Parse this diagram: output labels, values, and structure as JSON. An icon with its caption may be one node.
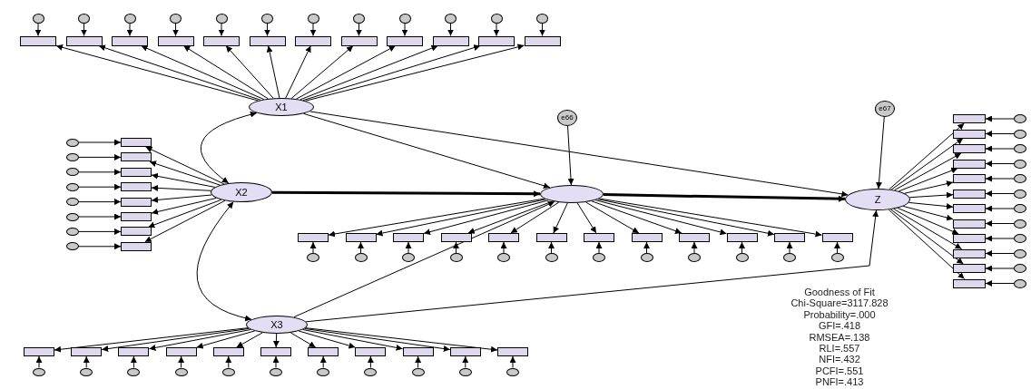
{
  "diagram": {
    "nodes": [
      {
        "text": [
          "X1"
        ]
      },
      {
        "text": [],
        "shape": "box"
      },
      {
        "text": [],
        "shape": "box"
      },
      {
        "text": [],
        "shape": "box"
      },
      {
        "text": [],
        "shape": "box"
      },
      {
        "text": [],
        "shape": "box"
      },
      {
        "text": [],
        "shape": "box"
      },
      {
        "text": [],
        "shape": "box"
      },
      {
        "text": [],
        "shape": "box"
      },
      {
        "text": [],
        "shape": "box"
      },
      {
        "text": [],
        "shape": "box"
      },
      {
        "text": [],
        "shape": "box"
      },
      {
        "text": [],
        "shape": "box"
      },
      {
        "text": [],
        "shape": "circle"
      },
      {
        "text": [],
        "shape": "circle"
      },
      {
        "text": [],
        "shape": "circle"
      },
      {
        "text": [],
        "shape": "circle"
      },
      {
        "text": [],
        "shape": "circle"
      },
      {
        "text": [],
        "shape": "circle"
      },
      {
        "text": [],
        "shape": "circle"
      },
      {
        "text": [],
        "shape": "circle"
      },
      {
        "text": [],
        "shape": "circle"
      },
      {
        "text": [],
        "shape": "circle"
      },
      {
        "text": [],
        "shape": "circle"
      },
      {
        "text": [],
        "shape": "circle"
      },
      {
        "text": [
          "X2"
        ]
      },
      {
        "text": [],
        "shape": "box"
      },
      {
        "text": [],
        "shape": "box"
      },
      {
        "text": [],
        "shape": "box"
      },
      {
        "text": [],
        "shape": "box"
      },
      {
        "text": [],
        "shape": "box"
      },
      {
        "text": [],
        "shape": "box"
      },
      {
        "text": [],
        "shape": "box"
      },
      {
        "text": [],
        "shape": "box"
      },
      {
        "text": [],
        "shape": "circle"
      },
      {
        "text": [],
        "shape": "circle"
      },
      {
        "text": [],
        "shape": "circle"
      },
      {
        "text": [],
        "shape": "circle"
      },
      {
        "text": [],
        "shape": "circle"
      },
      {
        "text": [],
        "shape": "circle"
      },
      {
        "text": [],
        "shape": "circle"
      },
      {
        "text": [],
        "shape": "circle"
      },
      {
        "text": [
          "X3"
        ]
      },
      {
        "text": [],
        "shape": "box"
      },
      {
        "text": [],
        "shape": "box"
      },
      {
        "text": [],
        "shape": "box"
      },
      {
        "text": [],
        "shape": "box"
      },
      {
        "text": [],
        "shape": "box"
      },
      {
        "text": [],
        "shape": "box"
      },
      {
        "text": [],
        "shape": "box"
      },
      {
        "text": [],
        "shape": "box"
      },
      {
        "text": [],
        "shape": "box"
      },
      {
        "text": [],
        "shape": "box"
      },
      {
        "text": [],
        "shape": "box"
      },
      {
        "text": [],
        "shape": "circle"
      },
      {
        "text": [],
        "shape": "circle"
      },
      {
        "text": [],
        "shape": "circle"
      },
      {
        "text": [],
        "shape": "circle"
      },
      {
        "text": [],
        "shape": "circle"
      },
      {
        "text": [],
        "shape": "circle"
      },
      {
        "text": [],
        "shape": "circle"
      },
      {
        "text": [],
        "shape": "circle"
      },
      {
        "text": [],
        "shape": "circle"
      },
      {
        "text": [],
        "shape": "circle"
      },
      {
        "text": [],
        "shape": "circle"
      },
      {
        "text": [],
        "shape": "ellipse"
      },
      {
        "text": [],
        "shape": "box"
      },
      {
        "text": [],
        "shape": "box"
      },
      {
        "text": [],
        "shape": "box"
      },
      {
        "text": [],
        "shape": "box"
      },
      {
        "text": [],
        "shape": "box"
      },
      {
        "text": [],
        "shape": "box"
      },
      {
        "text": [],
        "shape": "box"
      },
      {
        "text": [],
        "shape": "box"
      },
      {
        "text": [],
        "shape": "box"
      },
      {
        "text": [],
        "shape": "box"
      },
      {
        "text": [],
        "shape": "box"
      },
      {
        "text": [],
        "shape": "box"
      },
      {
        "text": [],
        "shape": "circle"
      },
      {
        "text": [],
        "shape": "circle"
      },
      {
        "text": [],
        "shape": "circle"
      },
      {
        "text": [],
        "shape": "circle"
      },
      {
        "text": [],
        "shape": "circle"
      },
      {
        "text": [],
        "shape": "circle"
      },
      {
        "text": [],
        "shape": "circle"
      },
      {
        "text": [],
        "shape": "circle"
      },
      {
        "text": [],
        "shape": "circle"
      },
      {
        "text": [],
        "shape": "circle"
      },
      {
        "text": [],
        "shape": "circle"
      },
      {
        "text": [],
        "shape": "circle"
      },
      {
        "text": [
          "e66"
        ]
      },
      {
        "text": [
          "Z"
        ]
      },
      {
        "text": [],
        "shape": "box"
      },
      {
        "text": [],
        "shape": "box"
      },
      {
        "text": [],
        "shape": "box"
      },
      {
        "text": [],
        "shape": "box"
      },
      {
        "text": [],
        "shape": "box"
      },
      {
        "text": [],
        "shape": "box"
      },
      {
        "text": [],
        "shape": "box"
      },
      {
        "text": [],
        "shape": "box"
      },
      {
        "text": [],
        "shape": "box"
      },
      {
        "text": [],
        "shape": "box"
      },
      {
        "text": [],
        "shape": "box"
      },
      {
        "text": [],
        "shape": "box"
      },
      {
        "text": [],
        "shape": "circle"
      },
      {
        "text": [],
        "shape": "circle"
      },
      {
        "text": [],
        "shape": "circle"
      },
      {
        "text": [],
        "shape": "circle"
      },
      {
        "text": [],
        "shape": "circle"
      },
      {
        "text": [],
        "shape": "circle"
      },
      {
        "text": [],
        "shape": "circle"
      },
      {
        "text": [],
        "shape": "circle"
      },
      {
        "text": [],
        "shape": "circle"
      },
      {
        "text": [],
        "shape": "circle"
      },
      {
        "text": [],
        "shape": "circle"
      },
      {
        "text": [],
        "shape": "circle"
      },
      {
        "text": [
          "e67"
        ]
      }
    ],
    "edges": [
      {
        "from": 0,
        "to": 1,
        "arrow": "to"
      },
      {
        "from": 13,
        "to": 1,
        "arrow": "to"
      },
      {
        "from": 0,
        "to": 2,
        "arrow": "to"
      },
      {
        "from": 14,
        "to": 2,
        "arrow": "to"
      },
      {
        "from": 0,
        "to": 3,
        "arrow": "to"
      },
      {
        "from": 15,
        "to": 3,
        "arrow": "to"
      },
      {
        "from": 0,
        "to": 4,
        "arrow": "to"
      },
      {
        "from": 16,
        "to": 4,
        "arrow": "to"
      },
      {
        "from": 0,
        "to": 5,
        "arrow": "to"
      },
      {
        "from": 17,
        "to": 5,
        "arrow": "to"
      },
      {
        "from": 0,
        "to": 6,
        "arrow": "to"
      },
      {
        "from": 18,
        "to": 6,
        "arrow": "to"
      },
      {
        "from": 0,
        "to": 7,
        "arrow": "to"
      },
      {
        "from": 19,
        "to": 7,
        "arrow": "to"
      },
      {
        "from": 0,
        "to": 8,
        "arrow": "to"
      },
      {
        "from": 20,
        "to": 8,
        "arrow": "to"
      },
      {
        "from": 0,
        "to": 9,
        "arrow": "to"
      },
      {
        "from": 21,
        "to": 9,
        "arrow": "to"
      },
      {
        "from": 0,
        "to": 10,
        "arrow": "to"
      },
      {
        "from": 22,
        "to": 10,
        "arrow": "to"
      },
      {
        "from": 0,
        "to": 11,
        "arrow": "to"
      },
      {
        "from": 23,
        "to": 11,
        "arrow": "to"
      },
      {
        "from": 0,
        "to": 12,
        "arrow": "to"
      },
      {
        "from": 24,
        "to": 12,
        "arrow": "to"
      },
      {
        "from": 25,
        "to": 26,
        "arrow": "to"
      },
      {
        "from": 34,
        "to": 26,
        "arrow": "to"
      },
      {
        "from": 25,
        "to": 27,
        "arrow": "to"
      },
      {
        "from": 35,
        "to": 27,
        "arrow": "to"
      },
      {
        "from": 25,
        "to": 28,
        "arrow": "to"
      },
      {
        "from": 36,
        "to": 28,
        "arrow": "to"
      },
      {
        "from": 25,
        "to": 29,
        "arrow": "to"
      },
      {
        "from": 37,
        "to": 29,
        "arrow": "to"
      },
      {
        "from": 25,
        "to": 30,
        "arrow": "to"
      },
      {
        "from": 38,
        "to": 30,
        "arrow": "to"
      },
      {
        "from": 25,
        "to": 31,
        "arrow": "to"
      },
      {
        "from": 39,
        "to": 31,
        "arrow": "to"
      },
      {
        "from": 25,
        "to": 32,
        "arrow": "to"
      },
      {
        "from": 40,
        "to": 32,
        "arrow": "to"
      },
      {
        "from": 25,
        "to": 33,
        "arrow": "to"
      },
      {
        "from": 41,
        "to": 33,
        "arrow": "to"
      },
      {
        "from": 42,
        "to": 43,
        "arrow": "to"
      },
      {
        "from": 54,
        "to": 43,
        "arrow": "to"
      },
      {
        "from": 42,
        "to": 44,
        "arrow": "to"
      },
      {
        "from": 55,
        "to": 44,
        "arrow": "to"
      },
      {
        "from": 42,
        "to": 45,
        "arrow": "to"
      },
      {
        "from": 56,
        "to": 45,
        "arrow": "to"
      },
      {
        "from": 42,
        "to": 46,
        "arrow": "to"
      },
      {
        "from": 57,
        "to": 46,
        "arrow": "to"
      },
      {
        "from": 42,
        "to": 47,
        "arrow": "to"
      },
      {
        "from": 58,
        "to": 47,
        "arrow": "to"
      },
      {
        "from": 42,
        "to": 48,
        "arrow": "to"
      },
      {
        "from": 59,
        "to": 48,
        "arrow": "to"
      },
      {
        "from": 42,
        "to": 49,
        "arrow": "to"
      },
      {
        "from": 60,
        "to": 49,
        "arrow": "to"
      },
      {
        "from": 42,
        "to": 50,
        "arrow": "to"
      },
      {
        "from": 61,
        "to": 50,
        "arrow": "to"
      },
      {
        "from": 42,
        "to": 51,
        "arrow": "to"
      },
      {
        "from": 62,
        "to": 51,
        "arrow": "to"
      },
      {
        "from": 42,
        "to": 52,
        "arrow": "to"
      },
      {
        "from": 63,
        "to": 52,
        "arrow": "to"
      },
      {
        "from": 42,
        "to": 53,
        "arrow": "to"
      },
      {
        "from": 64,
        "to": 53,
        "arrow": "to"
      },
      {
        "from": 65,
        "to": 66,
        "arrow": "to"
      },
      {
        "from": 78,
        "to": 66,
        "arrow": "to"
      },
      {
        "from": 65,
        "to": 67,
        "arrow": "to"
      },
      {
        "from": 79,
        "to": 67,
        "arrow": "to"
      },
      {
        "from": 65,
        "to": 68,
        "arrow": "to"
      },
      {
        "from": 80,
        "to": 68,
        "arrow": "to"
      },
      {
        "from": 65,
        "to": 69,
        "arrow": "to"
      },
      {
        "from": 81,
        "to": 69,
        "arrow": "to"
      },
      {
        "from": 65,
        "to": 70,
        "arrow": "to"
      },
      {
        "from": 82,
        "to": 70,
        "arrow": "to"
      },
      {
        "from": 65,
        "to": 71,
        "arrow": "to"
      },
      {
        "from": 83,
        "to": 71,
        "arrow": "to"
      },
      {
        "from": 65,
        "to": 72,
        "arrow": "to"
      },
      {
        "from": 84,
        "to": 72,
        "arrow": "to"
      },
      {
        "from": 65,
        "to": 73,
        "arrow": "to"
      },
      {
        "from": 85,
        "to": 73,
        "arrow": "to"
      },
      {
        "from": 65,
        "to": 74,
        "arrow": "to"
      },
      {
        "from": 86,
        "to": 74,
        "arrow": "to"
      },
      {
        "from": 65,
        "to": 75,
        "arrow": "to"
      },
      {
        "from": 87,
        "to": 75,
        "arrow": "to"
      },
      {
        "from": 65,
        "to": 76,
        "arrow": "to"
      },
      {
        "from": 88,
        "to": 76,
        "arrow": "to"
      },
      {
        "from": 65,
        "to": 77,
        "arrow": "to"
      },
      {
        "from": 89,
        "to": 77,
        "arrow": "to"
      },
      {
        "from": 91,
        "to": 92,
        "arrow": "to"
      },
      {
        "from": 104,
        "to": 92,
        "arrow": "to"
      },
      {
        "from": 91,
        "to": 93,
        "arrow": "to"
      },
      {
        "from": 105,
        "to": 93,
        "arrow": "to"
      },
      {
        "from": 91,
        "to": 94,
        "arrow": "to"
      },
      {
        "from": 106,
        "to": 94,
        "arrow": "to"
      },
      {
        "from": 91,
        "to": 95,
        "arrow": "to"
      },
      {
        "from": 107,
        "to": 95,
        "arrow": "to"
      },
      {
        "from": 91,
        "to": 96,
        "arrow": "to"
      },
      {
        "from": 108,
        "to": 96,
        "arrow": "to"
      },
      {
        "from": 91,
        "to": 97,
        "arrow": "to"
      },
      {
        "from": 109,
        "to": 97,
        "arrow": "to"
      },
      {
        "from": 91,
        "to": 98,
        "arrow": "to"
      },
      {
        "from": 110,
        "to": 98,
        "arrow": "to"
      },
      {
        "from": 91,
        "to": 99,
        "arrow": "to"
      },
      {
        "from": 111,
        "to": 99,
        "arrow": "to"
      },
      {
        "from": 91,
        "to": 100,
        "arrow": "to"
      },
      {
        "from": 112,
        "to": 100,
        "arrow": "to"
      },
      {
        "from": 91,
        "to": 101,
        "arrow": "to"
      },
      {
        "from": 113,
        "to": 101,
        "arrow": "to"
      },
      {
        "from": 91,
        "to": 102,
        "arrow": "to"
      },
      {
        "from": 114,
        "to": 102,
        "arrow": "to"
      },
      {
        "from": 91,
        "to": 103,
        "arrow": "to"
      },
      {
        "from": 115,
        "to": 103,
        "arrow": "to"
      },
      {
        "from": 90,
        "to": 65,
        "arrow": "to"
      },
      {
        "from": 116,
        "to": 91,
        "arrow": "to"
      },
      {
        "from": 0,
        "to": 25,
        "arrow": "both"
      },
      {
        "from": 25,
        "to": 42,
        "arrow": "both"
      },
      {
        "from": 0,
        "to": 65,
        "arrow": "to"
      },
      {
        "from": 0,
        "to": 91,
        "arrow": "to"
      },
      {
        "from": 25,
        "to": 65,
        "arrow": "to",
        "style": "thick"
      },
      {
        "from": 42,
        "to": 65,
        "arrow": "to"
      },
      {
        "from": 42,
        "to": 91,
        "arrow": "to"
      },
      {
        "from": 65,
        "to": 91,
        "arrow": "to",
        "style": "thick"
      }
    ],
    "labels": [
      "Goodness of Fit",
      "Chi-Square=3117.828",
      "Probability=.000",
      "GFI=.418",
      "RMSEA=.138",
      "RLI=.557",
      "NFI=.432",
      "PCFI=.551",
      "PNFI=.413"
    ]
  }
}
